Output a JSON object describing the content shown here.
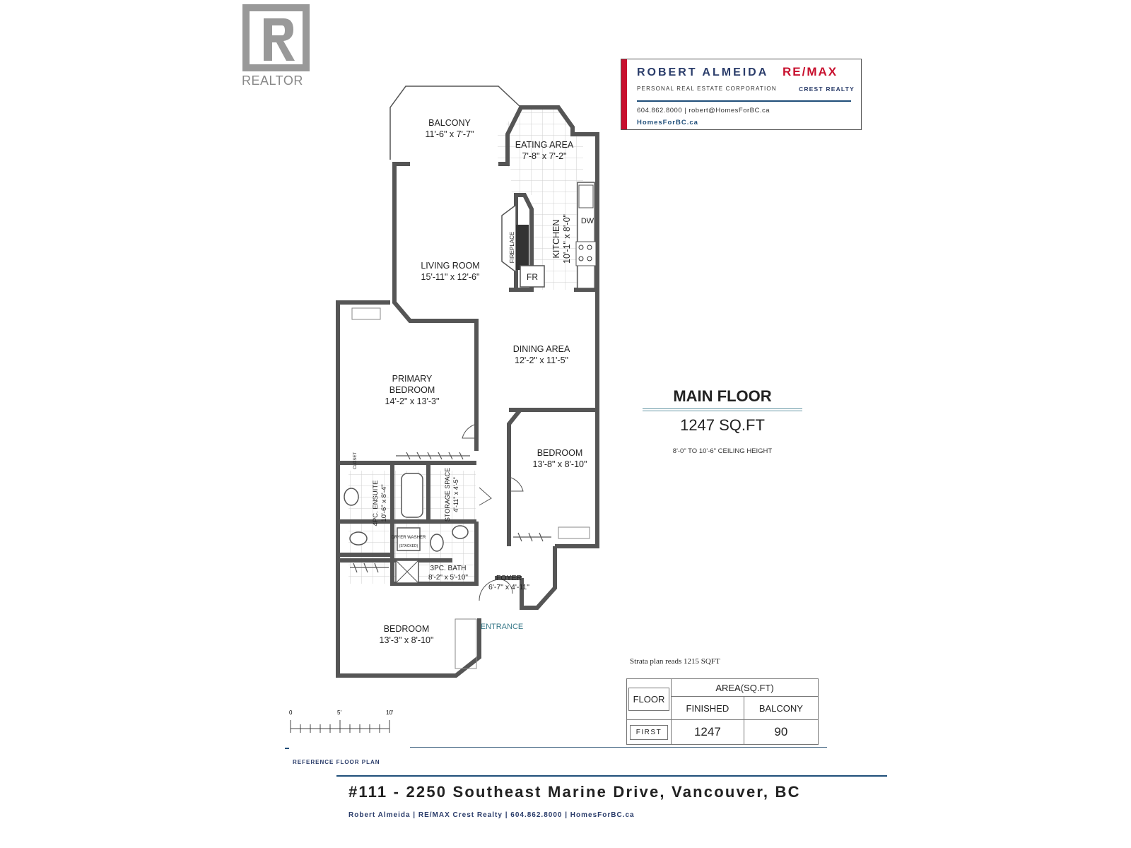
{
  "logo": {
    "realtor_text": "REALTOR"
  },
  "agent_card": {
    "name": "ROBERT ALMEIDA",
    "corporation": "PERSONAL REAL ESTATE CORPORATION",
    "brand": "RE/MAX",
    "brand_sub": "CREST REALTY",
    "contact": "604.862.8000  |  robert@HomesForBC.ca",
    "website": "HomesForBC.ca"
  },
  "rooms": [
    {
      "name": "BALCONY",
      "dims": "11'-6\" x 7'-7\""
    },
    {
      "name": "EATING AREA",
      "dims": "7'-8\" x 7'-2\""
    },
    {
      "name": "KITCHEN",
      "dims": "10'-1\" x 8'-0\""
    },
    {
      "name": "LIVING ROOM",
      "dims": "15'-11\" x 12'-6\""
    },
    {
      "name": "DINING AREA",
      "dims": "12'-2\" x 11'-5\""
    },
    {
      "name": "PRIMARY BEDROOM",
      "dims": "14'-2\" x 13'-3\""
    },
    {
      "name": "BEDROOM",
      "dims": "13'-8\" x 8'-10\""
    },
    {
      "name": "4PC. ENSUITE",
      "dims": "10'-6\" x 8'-4\""
    },
    {
      "name": "STORAGE SPACE",
      "dims": "4'-11\" x 4'-5\""
    },
    {
      "name": "3PC. BATH",
      "dims": "8'-2\" x 5'-10\""
    },
    {
      "name": "FOYER",
      "dims": "6'-7\" x 4'-11\""
    },
    {
      "name": "BEDROOM",
      "dims": "13'-3\" x 8'-10\""
    }
  ],
  "fixtures": {
    "fireplace": "FIREPLACE",
    "fridge": "FR",
    "dishwasher": "DW",
    "closet": "CLOSET",
    "dryer_washer": "DRYER WASHER",
    "stacked": "(STACKED)",
    "entrance": "ENTRANCE"
  },
  "summary": {
    "floor_title": "MAIN FLOOR",
    "sqft": "1247 SQ.FT",
    "ceiling": "8'-0\" TO 10'-6\" CEILING HEIGHT",
    "strata_note": "Strata plan reads 1215 SQFT"
  },
  "area_table": {
    "floor_header": "FLOOR",
    "area_header": "AREA(SQ.FT)",
    "finished_header": "FINISHED",
    "balcony_header": "BALCONY",
    "row_label": "FIRST",
    "finished_value": "1247",
    "balcony_value": "90"
  },
  "scale": {
    "ticks": [
      "0",
      "5'",
      "10'"
    ],
    "label": "REFERENCE FLOOR PLAN"
  },
  "footer": {
    "address": "#111 - 2250 Southeast Marine Drive, Vancouver, BC",
    "contact": "Robert Almeida  |  RE/MAX Crest Realty  |  604.862.8000  |  HomesForBC.ca"
  }
}
